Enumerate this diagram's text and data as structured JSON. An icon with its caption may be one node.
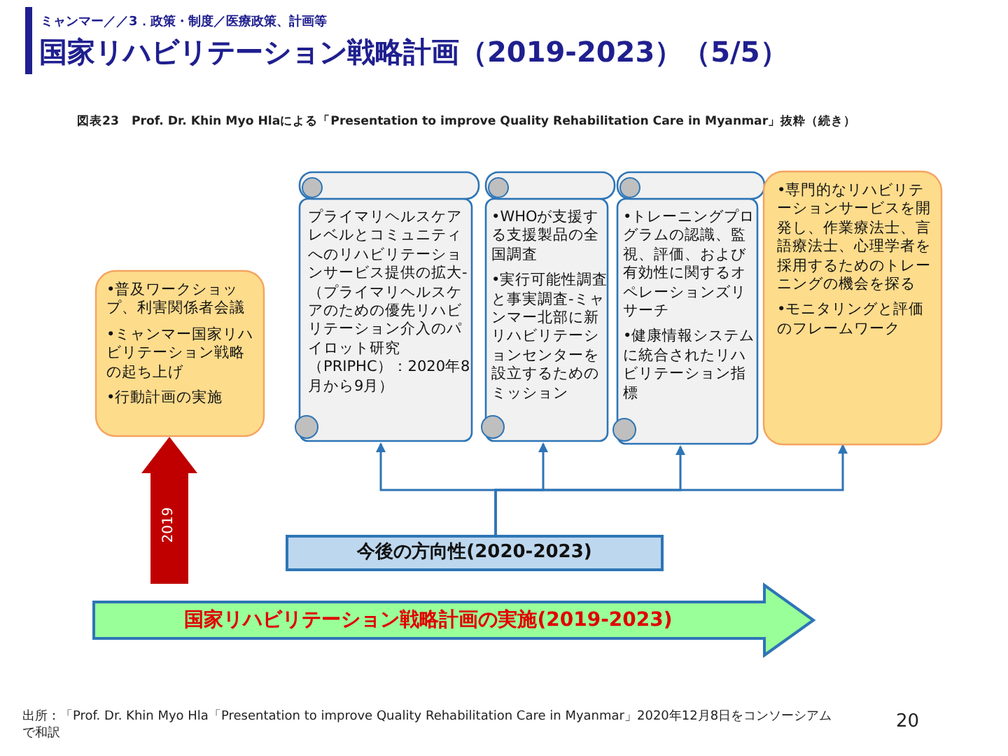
{
  "diagram": {
    "title": "国家リハビリテーション戦略計画（2019-2023）（5/5）",
    "caption": "図表23　Prof. Dr. Khin Myo Hlaによる「Presentation to improve Quality Rehabilitation Care in Myanmar」抜粋（続き）",
    "nodes": [
      {
        "text": [
          "•普及ワークショップ、利害関係者会議",
          "•ミャンマー国家リハビリテーション戦略の起ち上げ",
          "•行動計画の実施"
        ]
      },
      {
        "text": [
          "プライマリヘルスケアレベルとコミュニティへのリハビリテーションサービス提供の拡大-（プライマリヘルスケアのための優先リハビリテーション介入のパイロット研究（PRIPHC）：2020年8月から9月）"
        ]
      },
      {
        "text": [
          "•WHOが支援する支援製品の全国調査",
          "•実行可能性調査と事実調査-ミャンマー北部に新リハビリテーションセンターを設立するためのミッション"
        ]
      },
      {
        "text": [
          "•トレーニングプログラムの認識、監視、評価、および有効性に関するオペレーションズリサーチ",
          "•健康情報システムに統合されたリハビリテーション指標"
        ]
      },
      {
        "text": [
          "•専門的なリハビリテーションサービスを開発し、作業療法士、言語療法士、心理学者を採用するためのトレーニングの機会を探る",
          "•モニタリングと評価のフレームワーク"
        ]
      },
      {
        "text": [
          "今後の方向性(2020-2023)"
        ]
      },
      {
        "text": [
          "国家リハビリテーション戦略計画の実施(2019-2023)"
        ]
      }
    ],
    "edges": [
      {
        "from": 5,
        "to": 1,
        "arrow": "to"
      },
      {
        "from": 5,
        "to": 2,
        "arrow": "to"
      },
      {
        "from": 5,
        "to": 3,
        "arrow": "to"
      },
      {
        "from": 5,
        "to": 4,
        "arrow": "to"
      },
      {
        "from": 6,
        "to": 0,
        "arrow": "to",
        "label": "2019",
        "style": "thick",
        "color": "#c00000"
      }
    ],
    "labels": [
      "ミャンマー／／3．政策・制度／医療政策、計画等",
      "出所：「Prof. Dr. Khin Myo Hla「Presentation to improve Quality Rehabilitation Care in Myanmar」2020年12月8日をコンソーシアムで和訳",
      "20"
    ]
  }
}
